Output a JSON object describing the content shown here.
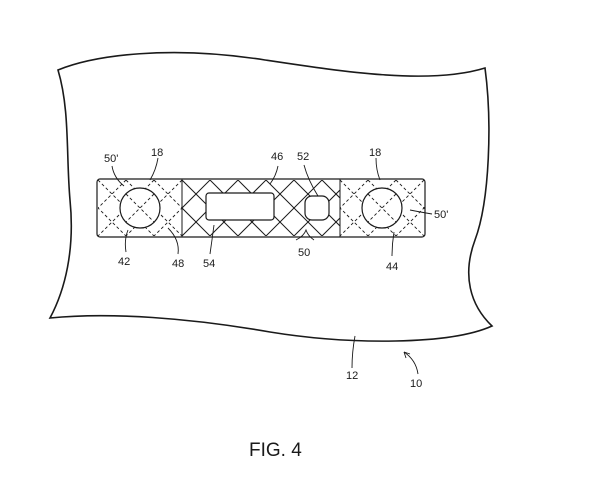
{
  "figure": {
    "caption": "FIG. 4",
    "reference_numerals": {
      "sheet": "12",
      "assembly": "10",
      "pad_left": "18",
      "pad_right": "18",
      "hatch_left": "50'",
      "hatch_right": "50'",
      "hole_left": "42",
      "hole_right": "44",
      "divider": "48",
      "window": "54",
      "strip": "46",
      "opening": "52",
      "lattice": "50"
    }
  }
}
